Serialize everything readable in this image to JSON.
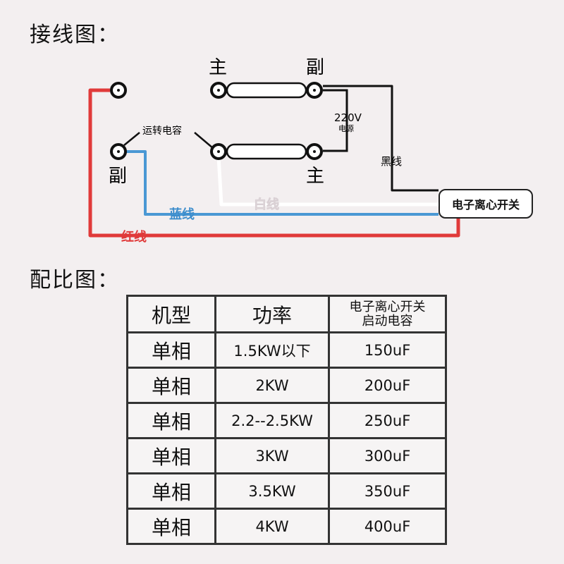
{
  "wiring": {
    "heading": "接线图：",
    "main_top": "主",
    "aux_top": "副",
    "aux_left": "副",
    "main_bottom": "主",
    "run_capacitor": "运转电容",
    "voltage": "220V",
    "power_source": "电源",
    "black_wire": "黑线",
    "white_wire": "白线",
    "blue_wire": "蓝线",
    "red_wire": "红线",
    "switch": "电子离心开关"
  },
  "ratio": {
    "heading": "配比图：",
    "headers": {
      "model": "机型",
      "power": "功率",
      "cap_line1": "电子离心开关",
      "cap_line2": "启动电容"
    },
    "rows": [
      {
        "model": "单相",
        "power": "1.5KW以下",
        "cap": "150uF"
      },
      {
        "model": "单相",
        "power": "2KW",
        "cap": "200uF"
      },
      {
        "model": "单相",
        "power": "2.2--2.5KW",
        "cap": "250uF"
      },
      {
        "model": "单相",
        "power": "3KW",
        "cap": "300uF"
      },
      {
        "model": "单相",
        "power": "3.5KW",
        "cap": "350uF"
      },
      {
        "model": "单相",
        "power": "4KW",
        "cap": "400uF"
      }
    ]
  },
  "colors": {
    "red_wire": "#e03a3a",
    "blue_wire": "#4a98d4",
    "white_wire": "#ffffff",
    "black_wire": "#111111"
  }
}
